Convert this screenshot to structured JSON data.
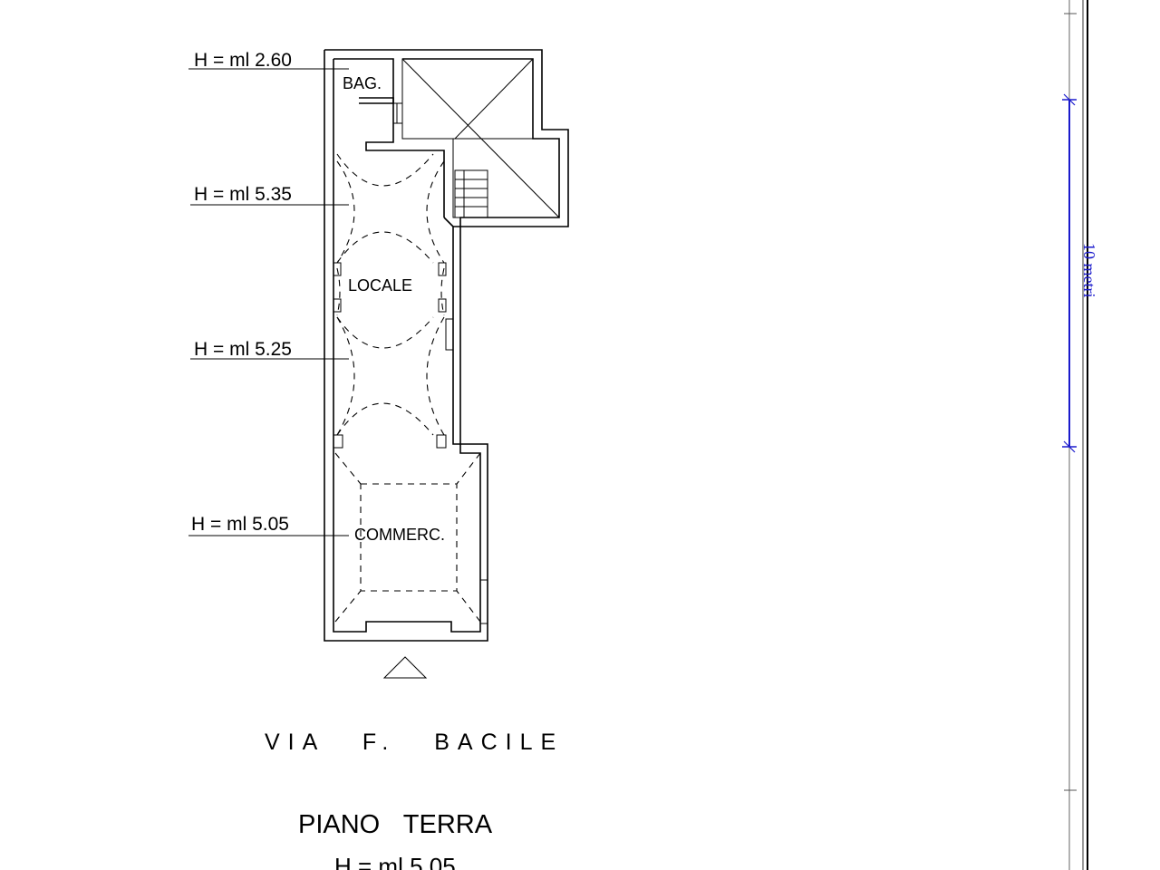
{
  "heights": [
    {
      "label": "H = ml 2.60"
    },
    {
      "label": "H = ml 5.35"
    },
    {
      "label": "H = ml 5.25"
    },
    {
      "label": "H = ml 5.05"
    }
  ],
  "rooms": {
    "bathroom": "BAG.",
    "locale": "LOCALE",
    "commercial": "COMMERC."
  },
  "street": "VIA F. BACILE",
  "floor_title": "PIANO TERRA",
  "floor_height": "H = ml 5.05",
  "scale_bar": {
    "label": "10 metri",
    "color": "#1a1acc"
  }
}
